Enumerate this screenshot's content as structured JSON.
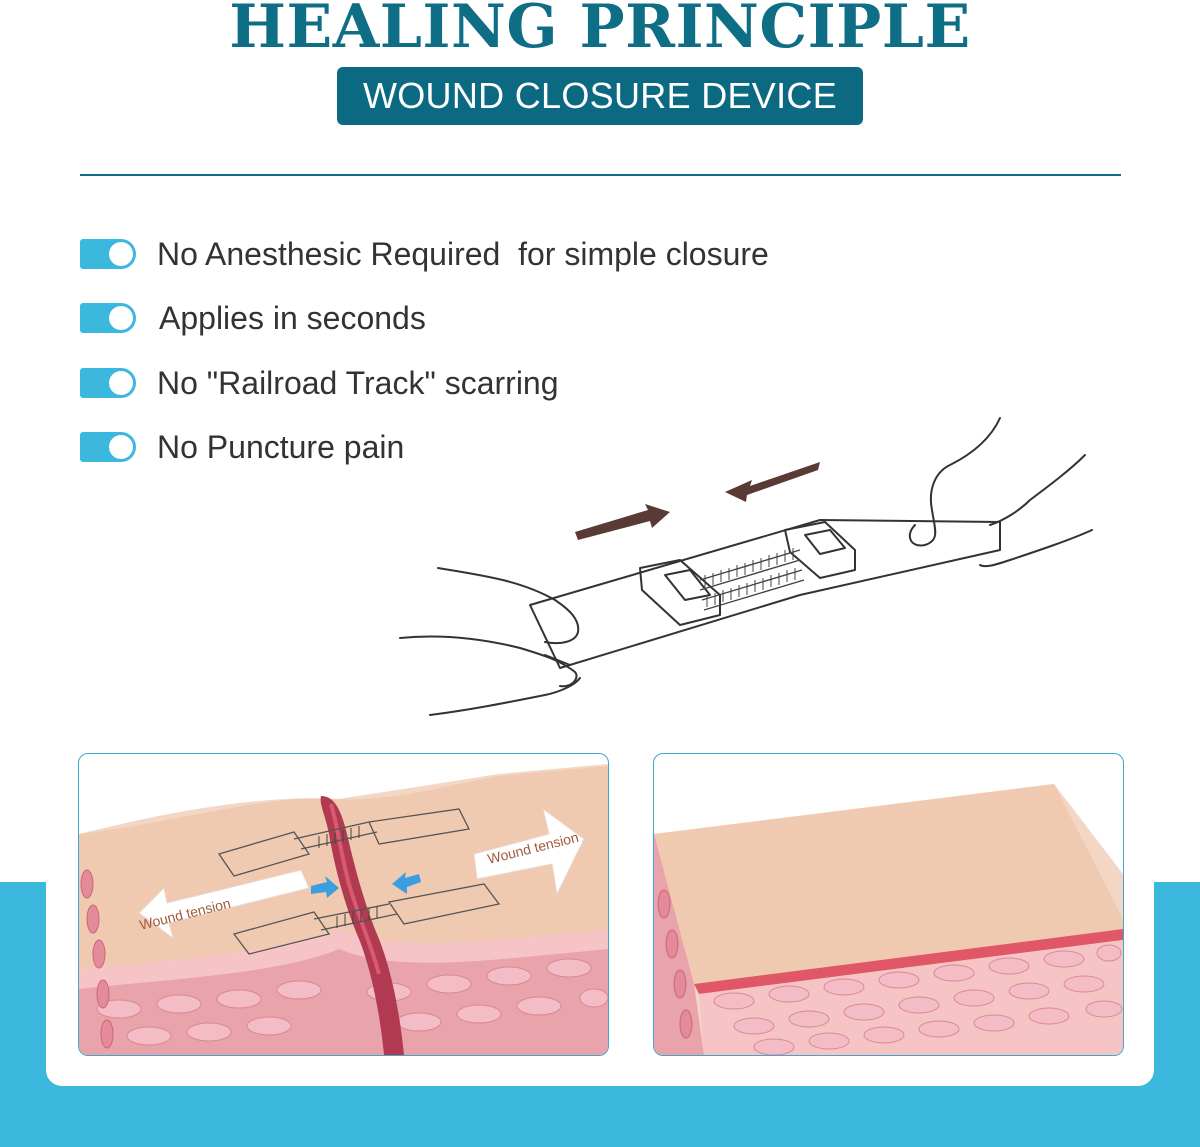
{
  "header": {
    "title": "HEALING PRINCIPLE",
    "subtitle": "WOUND CLOSURE DEVICE"
  },
  "features": [
    "No Anesthesic Required  for simple closure",
    "Applies in seconds",
    "No \"Railroad Track\" scarring",
    "No Puncture pain"
  ],
  "diagram": {
    "tension_left": "Wound tension",
    "tension_right": "Wound tension"
  },
  "colors": {
    "title": "#0e6e86",
    "pill": "#0b6a82",
    "accent": "#3cb7dd",
    "skin": "#efc9b0",
    "tissue": "#e8a3ab",
    "wound": "#b23a50"
  },
  "icons": {
    "bullet": "toggle-switch-icon",
    "arrows": "compression-arrow-icon"
  }
}
